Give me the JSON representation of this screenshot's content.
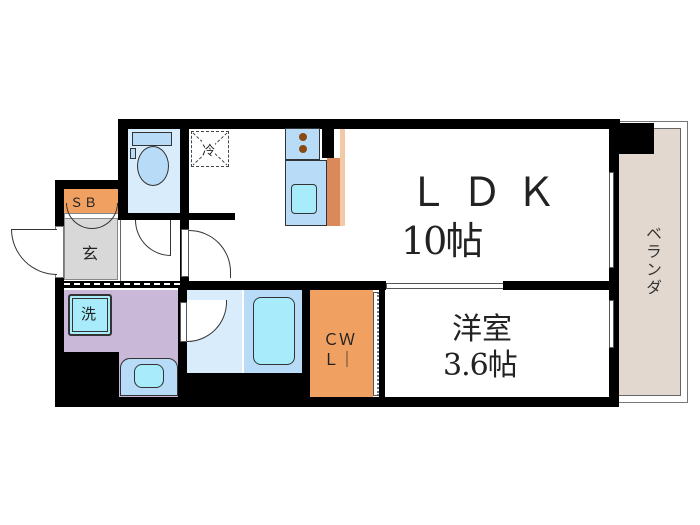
{
  "floorplan": {
    "rooms": {
      "ldk": {
        "name": "ＬＤＫ",
        "size": "10帖"
      },
      "western_room": {
        "name": "洋室",
        "size": "3.6帖"
      },
      "veranda": {
        "name": "ベランダ"
      },
      "entrance": {
        "name": "玄"
      },
      "shoebox": {
        "name": "ＳＢ"
      },
      "closet": {
        "line1": "ＣＷ",
        "line2": "Ｌ｜"
      },
      "washer": {
        "name": "洗"
      },
      "fridge": {
        "name": "冷"
      },
      "toilet": {
        "name": ""
      },
      "bath": {
        "name": ""
      },
      "washroom": {
        "name": ""
      }
    },
    "colors": {
      "wall": "#000000",
      "shoebox": "#f0a060",
      "closet": "#f0a060",
      "counter": "#d9895a",
      "entrance_floor": "#d8d8d8",
      "washroom_floor": "#c9b8d8",
      "toilet_floor": "#d8ecfb",
      "bath_floor": "#d8ecfb",
      "fixture_blue": "#b8dcf8",
      "fixture_cyan": "#a8ecfc",
      "veranda": "#e2d8cf",
      "burner": "#8a4a14"
    }
  }
}
